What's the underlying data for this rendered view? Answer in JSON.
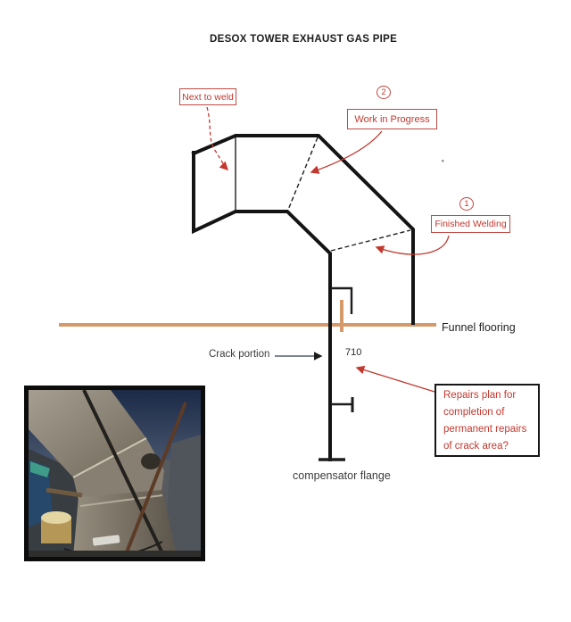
{
  "title": "DESOX TOWER EXHAUST GAS PIPE",
  "colors": {
    "annotation_red": "#c2382f",
    "annotation_border_red": "#bf4a44",
    "flooring_tan": "#d49a6a",
    "pipe_black": "#141414"
  },
  "annotations": {
    "next_to_weld": {
      "label": "Next to weld"
    },
    "work_in_progress": {
      "number": "2",
      "label": "Work in Progress"
    },
    "finished_welding": {
      "number": "1",
      "label": "Finished Welding"
    },
    "repairs_note": {
      "lines": [
        "Repairs plan for",
        "completion of",
        "permanent repairs",
        "of crack area?"
      ]
    }
  },
  "diagram_labels": {
    "funnel_flooring": "Funnel flooring",
    "crack_portion": "Crack portion",
    "crack_dimension": "710",
    "compensator_flange": "compensator flange"
  },
  "photo": {
    "description": "photo of exhaust gas pipe elbow on funnel deck"
  }
}
